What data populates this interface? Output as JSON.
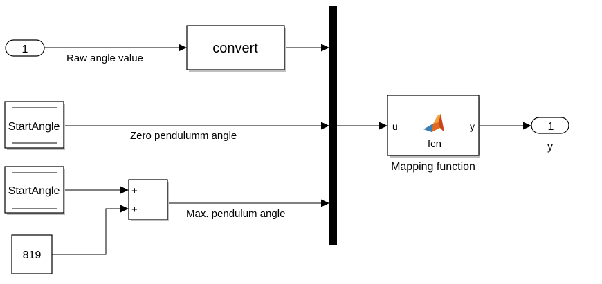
{
  "inport": {
    "number": "1",
    "signal_label": "Raw angle value"
  },
  "convert_block": {
    "label": "convert"
  },
  "const_start_1": {
    "label": "StartAngle",
    "signal_label": "Zero pendulumm angle"
  },
  "const_start_2": {
    "label": "StartAngle"
  },
  "const_819": {
    "label": "819"
  },
  "sum_block": {
    "sign1": "+",
    "sign2": "+",
    "signal_label": "Max. pendulum angle"
  },
  "mapping_block": {
    "in_port": "u",
    "out_port": "y",
    "function_name": "fcn",
    "caption": "Mapping function",
    "icon": "matlab-logo-icon"
  },
  "outport": {
    "number": "1",
    "name": "y"
  }
}
